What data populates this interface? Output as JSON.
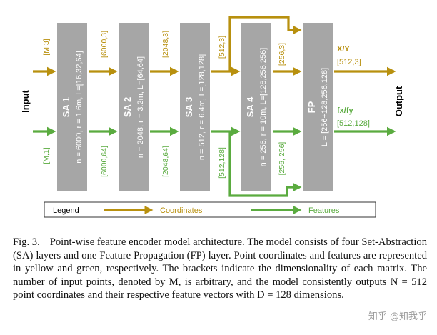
{
  "diagram": {
    "input_label": "Input",
    "output_label": "Output",
    "colors": {
      "coord": "#b8900e",
      "feat": "#5aab3f",
      "block": "#a6a6a6",
      "block_text": "#ffffff"
    },
    "blocks": [
      {
        "title": "SA 1",
        "params": "n = 6000, r = 1.6m, L=[16,32,64]"
      },
      {
        "title": "SA 2",
        "params": "n = 2048, r = 3.2m, L=[64,64]"
      },
      {
        "title": "SA 3",
        "params": "n = 512, r = 6.4m, L=[128,128]"
      },
      {
        "title": "SA 4",
        "params": "n = 256, r = 10m, L=[128,256,256]"
      },
      {
        "title": "FP",
        "params": "L = [256+128,256,128]"
      }
    ],
    "coord_dims": [
      "[M,3]",
      "[6000,3]",
      "[2048,3]",
      "[512,3]",
      "[256,3]"
    ],
    "feat_dims": [
      "[M,1]",
      "[6000,64]",
      "[2048,64]",
      "[512,128]",
      "[256, 256]"
    ],
    "output_coord_name": "X/Y",
    "output_coord_dim": "[512,3]",
    "output_feat_name": "fx/fy",
    "output_feat_dim": "[512,128]",
    "legend": {
      "title": "Legend",
      "coord": "Coordinates",
      "feat": "Features"
    }
  },
  "caption": {
    "fig_label": "Fig. 3.",
    "text": "Point-wise feature encoder model architecture. The model consists of four Set-Abstraction (SA) layers and one Feature Propagation (FP) layer. Point coordinates and features are represented in yellow and green, respectively. The brackets indicate the dimensionality of each matrix. The number of input points, denoted by M, is arbitrary, and the model consistently outputs N = 512 point coordinates and their respective feature vectors with D = 128 dimensions."
  },
  "watermark": "知乎 @知我乎"
}
